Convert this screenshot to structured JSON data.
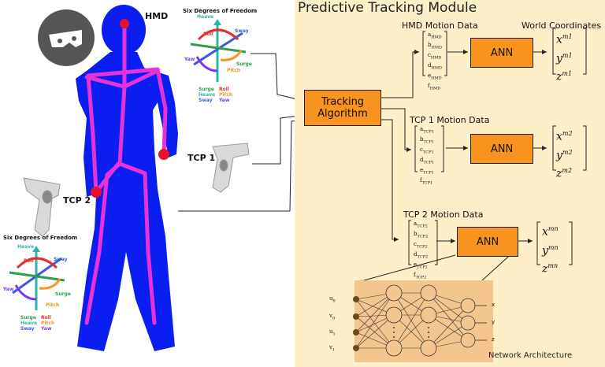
{
  "module_title": "Predictive Tracking Module",
  "labels": {
    "hmd": "HMD",
    "tcp1": "TCP 1",
    "tcp2": "TCP 2",
    "network_architecture": "Network Architecture",
    "world_coordinates": "World Coordinates"
  },
  "tracking_block": "Tracking Algorithm",
  "sections": [
    {
      "title": "HMD Motion Data",
      "vector": [
        "a_HMD",
        "b_HMD",
        "c_HMD",
        "d_HMD",
        "e_HMD",
        "f_HMD"
      ],
      "ann": "ANN",
      "out_sup": "m1"
    },
    {
      "title": "TCP 1 Motion Data",
      "vector": [
        "a_TCP1",
        "b_TCP1",
        "c_TCP1",
        "d_TCP1",
        "e_TCP1",
        "f_TCP1"
      ],
      "ann": "ANN",
      "out_sup": "m2"
    },
    {
      "title": "TCP 2 Motion Data",
      "vector": [
        "a_TCP2",
        "b_TCP2",
        "c_TCP2",
        "d_TCP2",
        "e_TCP2",
        "f_TCP2"
      ],
      "ann": "ANN",
      "out_sup": "mn"
    }
  ],
  "coord_names": [
    "x",
    "y",
    "z"
  ],
  "six_dof": {
    "title": "Six Degrees of Freedom",
    "arrows": [
      "Heave",
      "Sway",
      "Roll",
      "Surge",
      "Yaw",
      "Pitch"
    ],
    "legend_left": [
      "Surge",
      "Heave",
      "Sway"
    ],
    "legend_right": [
      "Roll",
      "Pitch",
      "Yaw"
    ]
  },
  "network": {
    "inputs": [
      "u0",
      "v0",
      "u1",
      "v1"
    ],
    "outputs": [
      "x",
      "y",
      "z"
    ]
  },
  "colors": {
    "panel": "#fdf0c8",
    "block": "#f7931e",
    "body": "#0a1ef0",
    "skeleton": "#e832d8",
    "joint": "#e8102a"
  }
}
